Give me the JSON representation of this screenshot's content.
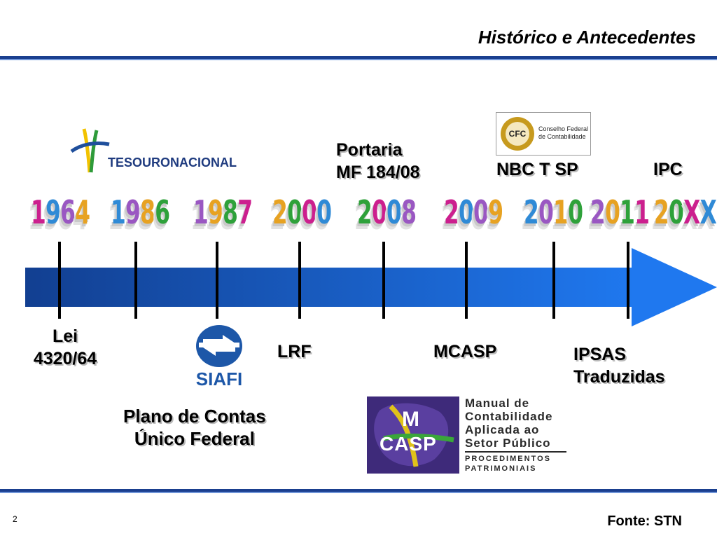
{
  "header": {
    "title": "Histórico e Antecedentes"
  },
  "logos": {
    "tesouro_tesouro": "TESOURO",
    "tesouro_nacional": "NACIONAL",
    "cfc_badge": "CFC",
    "cfc_line1": "Conselho Federal",
    "cfc_line2": "de Contabilidade",
    "siafi": "SIAFI",
    "mcasp_line1": "Manual de",
    "mcasp_line2": "Contabilidade",
    "mcasp_line3": "Aplicada ao",
    "mcasp_line4": "Setor Público",
    "mcasp_line5": "PROCEDIMENTOS",
    "mcasp_line6": "PATRIMONIAIS",
    "mcasp_mark_top": "M",
    "mcasp_mark_bottom": "CASP"
  },
  "years": [
    {
      "digits": [
        "1",
        "9",
        "6",
        "4"
      ]
    },
    {
      "digits": [
        "1",
        "9",
        "8",
        "6"
      ]
    },
    {
      "digits": [
        "1",
        "9",
        "8",
        "7"
      ]
    },
    {
      "digits": [
        "2",
        "0",
        "0",
        "0"
      ]
    },
    {
      "digits": [
        "2",
        "0",
        "0",
        "8"
      ]
    },
    {
      "digits": [
        "2",
        "0",
        "0",
        "9"
      ]
    },
    {
      "digits": [
        "2",
        "0",
        "1",
        "0"
      ]
    },
    {
      "digits": [
        "2",
        "0",
        "1",
        "1"
      ]
    },
    {
      "digits": [
        "2",
        "0",
        "X",
        "X"
      ]
    }
  ],
  "top_labels": {
    "portaria_1": "Portaria",
    "portaria_2": "MF 184/08",
    "nbc": "NBC T SP",
    "ipc": "IPC"
  },
  "bottom_labels": {
    "lei_1": "Lei",
    "lei_2": "4320/64",
    "lrf": "LRF",
    "mcasp": "MCASP",
    "ipsas_1": "IPSAS",
    "ipsas_2": "Traduzidas",
    "plano_1": "Plano de Contas",
    "plano_2": "Único Federal"
  },
  "footer": {
    "page_number": "2",
    "source": "Fonte: STN"
  },
  "colors": {
    "rule": "#1a3f8f",
    "arrow_dark": "#123f91",
    "arrow_light": "#1f78ef",
    "year_palette": [
      "#cc1f8e",
      "#2f8ad6",
      "#9a57c2",
      "#e7a222",
      "#2ea13a"
    ]
  }
}
